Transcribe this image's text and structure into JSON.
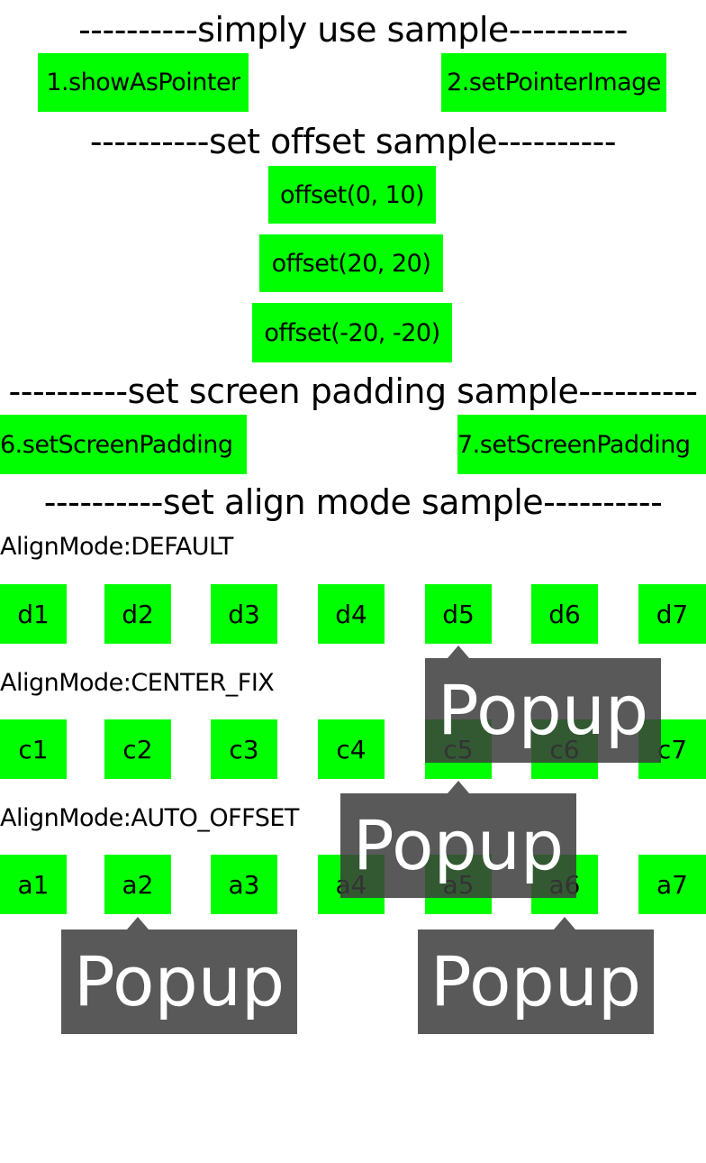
{
  "sections": {
    "simple": "----------simply use sample----------",
    "offset": "----------set offset sample----------",
    "padding": "----------set screen padding sample----------",
    "align": "----------set align mode sample----------"
  },
  "buttons": {
    "show_as_pointer": "1.showAsPointer",
    "set_pointer_image": "2.setPointerImage",
    "offset_0_10": "offset(0, 10)",
    "offset_20_20": "offset(20, 20)",
    "offset_neg20_neg20": "offset(-20, -20)",
    "set_screen_padding_6": "6.setScreenPadding",
    "set_screen_padding_7": "7.setScreenPadding"
  },
  "align_modes": {
    "default": {
      "label": "AlignMode:DEFAULT",
      "items": [
        "d1",
        "d2",
        "d3",
        "d4",
        "d5",
        "d6",
        "d7"
      ]
    },
    "center_fix": {
      "label": "AlignMode:CENTER_FIX",
      "items": [
        "c1",
        "c2",
        "c3",
        "c4",
        "c5",
        "c6",
        "c7"
      ]
    },
    "auto_offset": {
      "label": "AlignMode:AUTO_OFFSET",
      "items": [
        "a1",
        "a2",
        "a3",
        "a4",
        "a5",
        "a6",
        "a7"
      ]
    }
  },
  "popups": {
    "d5": "Popup",
    "c5": "Popup",
    "a2": "Popup",
    "a6": "Popup"
  },
  "colors": {
    "button_bg": "#00ff00",
    "popup_bg": "#3c3c3c",
    "text": "#000000",
    "popup_text": "#ffffff"
  }
}
